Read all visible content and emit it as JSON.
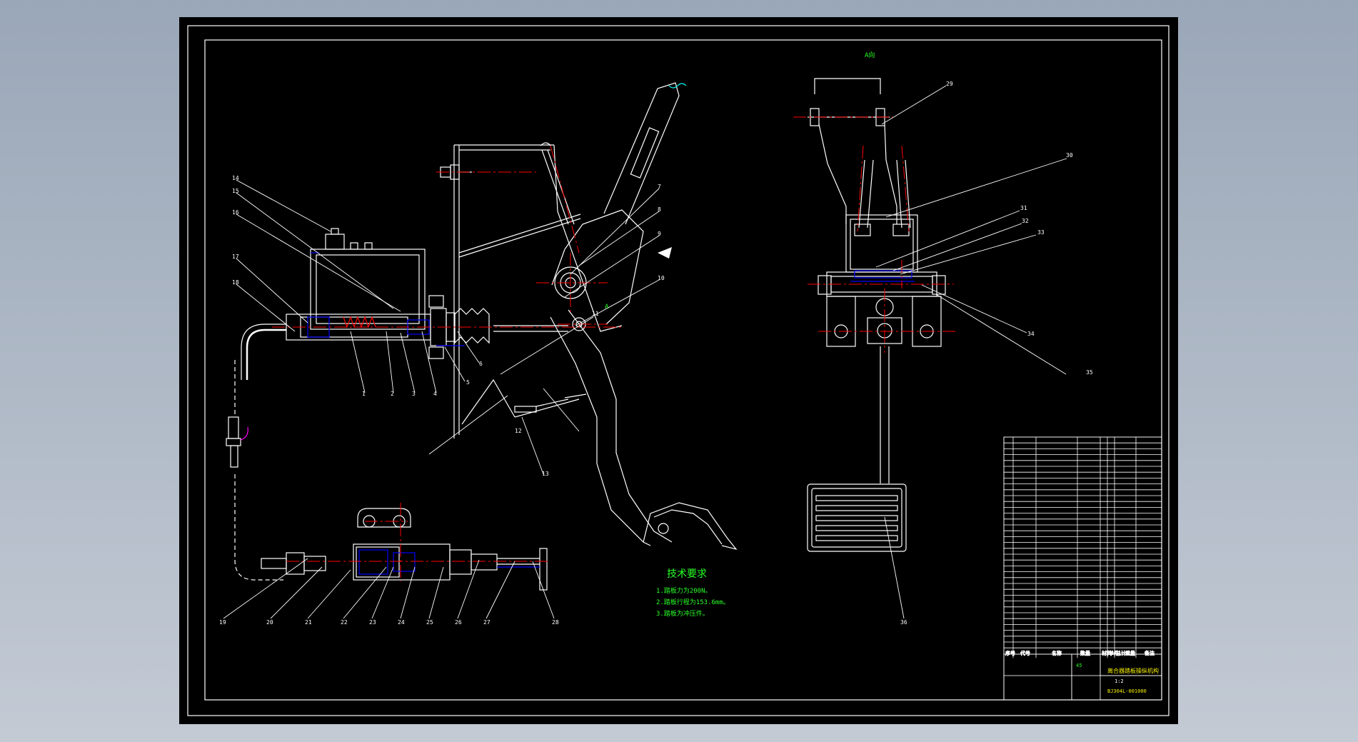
{
  "view": {
    "label": "A向",
    "arrow_label": "A"
  },
  "balloons_left": [
    "14",
    "15",
    "16",
    "17",
    "18",
    "1",
    "2",
    "3",
    "4",
    "5",
    "6",
    "7",
    "8",
    "9",
    "10",
    "11",
    "12",
    "13"
  ],
  "balloons_bottom": [
    "19",
    "20",
    "21",
    "22",
    "23",
    "24",
    "25",
    "26",
    "27",
    "28"
  ],
  "balloons_right": [
    "29",
    "30",
    "31",
    "32",
    "33",
    "34",
    "35",
    "36"
  ],
  "requirements": {
    "title": "技术要求",
    "items": [
      "1.踏板力为200N。",
      "2.踏板行程为153.6mm。",
      "3.踏板为冲压件。"
    ]
  },
  "title_block": {
    "header": [
      "序号",
      "代号",
      "名称",
      "数量",
      "材料",
      "单件",
      "总计",
      "重量",
      "备注"
    ],
    "drawing_title": "离合器踏板操纵机构",
    "drawing_number": "BJ304L-001000",
    "company": "45",
    "scale": "1:2"
  },
  "colors": {
    "frame": "#ffffff",
    "line": "#ffffff",
    "hidden": "#0000ff",
    "center": "#ff0000",
    "leader": "#ffffff",
    "text_green": "#28ff28",
    "text_yellow": "#f7f000",
    "section": "#ff00ff"
  }
}
